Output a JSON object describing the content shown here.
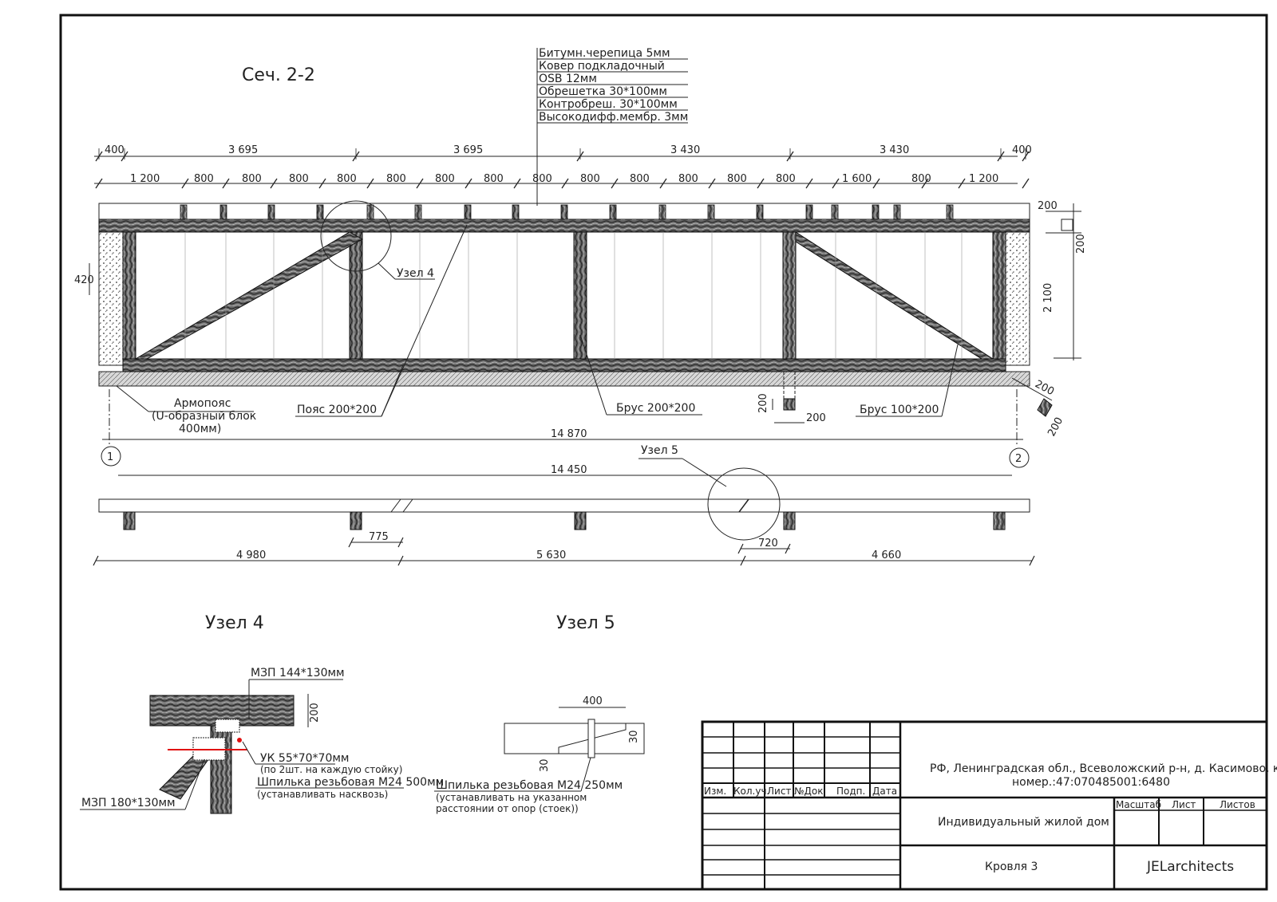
{
  "section_title": "Сеч. 2-2",
  "layers": [
    "Битумн.черепица 5мм",
    "Ковер подкладочный",
    "OSB 12мм",
    "Обрешетка 30*100мм",
    "Контробреш. 30*100мм",
    "Высокодифф.мембр. 3мм"
  ],
  "dims_top": [
    "400",
    "3 695",
    "3 695",
    "3 430",
    "3 430",
    "400"
  ],
  "dims_second": [
    "1 200",
    "800",
    "800",
    "800",
    "800",
    "800",
    "800",
    "800",
    "800",
    "800",
    "800",
    "800",
    "800",
    "800",
    "1 600",
    "800",
    "1 200"
  ],
  "dims_side": {
    "right_200a": "200",
    "right_200b": "200",
    "right_2100": "2 100",
    "left_420": "420",
    "diag_200a": "200",
    "diag_200b": "200"
  },
  "labels": {
    "uzel4_callout": "Узел 4",
    "armopoyas_1": "Армопояс",
    "armopoyas_2": "(U-образный блок",
    "armopoyas_3": "400мм)",
    "poyas": "Пояс 200*200",
    "brus200": "Брус 200*200",
    "brus100": "Брус 100*200",
    "post_h": "200",
    "post_w": "200",
    "uzel5_callout": "Узел 5"
  },
  "axis": {
    "a1": "1",
    "a2": "2",
    "d14870": "14 870",
    "d14450": "14 450"
  },
  "dims_bottom": {
    "d775": "775",
    "d720": "720",
    "d4980": "4 980",
    "d5630": "5 630",
    "d4660": "4 660"
  },
  "uzel4": {
    "title": "Узел 4",
    "mzp144": "МЗП 144*130мм",
    "d200": "200",
    "uk": "УК 55*70*70мм",
    "uk_note": "(по 2шт. на каждую стойку)",
    "shpilka": "Шпилька резьбовая М24 500мм",
    "shpilka_note": "(устанавливать насквозь)",
    "mzp180": "МЗП 180*130мм"
  },
  "uzel5": {
    "title": "Узел 5",
    "d400": "400",
    "d30a": "30",
    "d30b": "30",
    "shpilka": "Шпилька резьбовая М24 250мм",
    "note1": "(устанавливать на указанном",
    "note2": "расстоянии от опор (стоек))"
  },
  "title_block": {
    "cols": [
      "Изм.",
      "Кол.уч.",
      "Лист",
      "№Док.",
      "Подп.",
      "Дата"
    ],
    "address1": "РФ, Ленинградская обл., Всеволожский р-н, д. Касимово, кад.",
    "address2": "номер.:47:070485001:6480",
    "project": "Индивидуальный жилой дом",
    "masshtab": "Масштаб",
    "list": "Лист",
    "listov": "Листов",
    "sheet": "Кровля 3",
    "firm": "JELarchitects"
  },
  "colors": {
    "line": "#222222",
    "wood": "#555555",
    "accent": "#e01010"
  }
}
